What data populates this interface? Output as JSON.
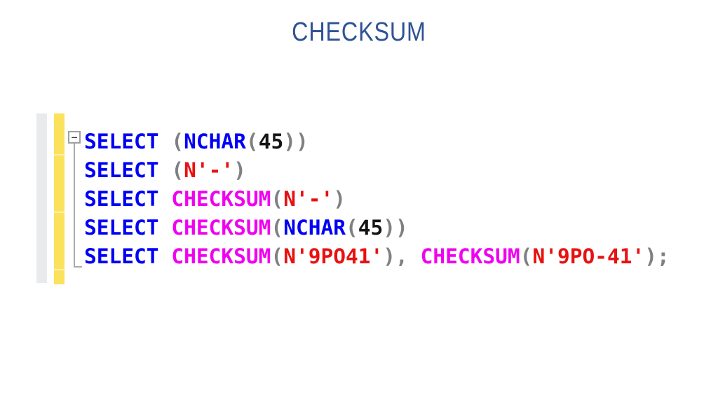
{
  "slide": {
    "title": "CHECKSUM"
  },
  "colors": {
    "title": "#2E5394",
    "keyword": "#0000F5",
    "function": "#F000F0",
    "string": "#E81111",
    "number": "#141414",
    "punct": "#7E8082",
    "gutter": "#E8EAEC",
    "change_bar": "#FCE15C",
    "outline": "#A8ABAD"
  },
  "editor": {
    "collapse_glyph": "−",
    "lines": [
      {
        "tokens": [
          {
            "text": "SELECT",
            "type": "keyword"
          },
          {
            "text": " (",
            "type": "punct"
          },
          {
            "text": "NCHAR",
            "type": "keyword"
          },
          {
            "text": "(",
            "type": "punct"
          },
          {
            "text": "45",
            "type": "number"
          },
          {
            "text": "))",
            "type": "punct"
          }
        ]
      },
      {
        "tokens": [
          {
            "text": "SELECT",
            "type": "keyword"
          },
          {
            "text": " (",
            "type": "punct"
          },
          {
            "text": "N'-'",
            "type": "string"
          },
          {
            "text": ")",
            "type": "punct"
          }
        ]
      },
      {
        "tokens": [
          {
            "text": "SELECT ",
            "type": "keyword"
          },
          {
            "text": "CHECKSUM",
            "type": "function"
          },
          {
            "text": "(",
            "type": "punct"
          },
          {
            "text": "N'-'",
            "type": "string"
          },
          {
            "text": ")",
            "type": "punct"
          }
        ]
      },
      {
        "tokens": [
          {
            "text": "SELECT ",
            "type": "keyword"
          },
          {
            "text": "CHECKSUM",
            "type": "function"
          },
          {
            "text": "(",
            "type": "punct"
          },
          {
            "text": "NCHAR",
            "type": "keyword"
          },
          {
            "text": "(",
            "type": "punct"
          },
          {
            "text": "45",
            "type": "number"
          },
          {
            "text": "))",
            "type": "punct"
          }
        ]
      },
      {
        "tokens": [
          {
            "text": "SELECT ",
            "type": "keyword"
          },
          {
            "text": "CHECKSUM",
            "type": "function"
          },
          {
            "text": "(",
            "type": "punct"
          },
          {
            "text": "N'9PO41'",
            "type": "string"
          },
          {
            "text": "), ",
            "type": "punct"
          },
          {
            "text": "CHECKSUM",
            "type": "function"
          },
          {
            "text": "(",
            "type": "punct"
          },
          {
            "text": "N'9PO-41'",
            "type": "string"
          },
          {
            "text": ");",
            "type": "punct"
          }
        ]
      }
    ]
  }
}
